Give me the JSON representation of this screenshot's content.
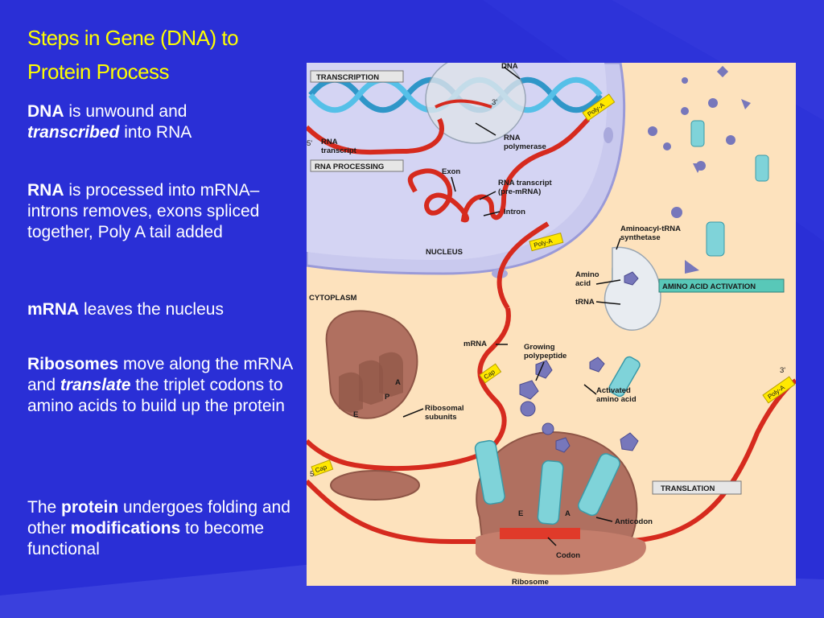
{
  "title": {
    "line1": "Steps in Gene (DNA) to",
    "line2": "Protein Process"
  },
  "bullets": {
    "b1": {
      "bold": "DNA",
      "text1": " is unwound and",
      "italic": "transcribed",
      "text2": " into RNA"
    },
    "b2": {
      "bold": "RNA",
      "text1": " is processed into mRNA– introns removes, exons spliced together, Poly A tail added"
    },
    "b3": {
      "bold": "mRNA",
      "text1": " leaves the nucleus"
    },
    "b4": {
      "bold": "Ribosomes",
      "text1": " move along the mRNA and ",
      "italic": "translate",
      "text2": " the triplet codons to amino acids  to build up the protein"
    },
    "b5": {
      "pre": "The ",
      "bold": "protein",
      "text1": " undergoes folding and other ",
      "bold2": "modifications",
      "text2": " to become functional"
    }
  },
  "figure": {
    "boxes": {
      "transcription": "TRANSCRIPTION",
      "rna_processing": "RNA PROCESSING",
      "amino_acid_activation": "AMINO ACID ACTIVATION",
      "translation": "TRANSLATION"
    },
    "labels": {
      "dna": "DNA",
      "three_prime_top": "3'",
      "five_prime_top": "5'",
      "rna_transcript_1": "RNA",
      "rna_transcript_2": "transcript",
      "rna_polymerase_1": "RNA",
      "rna_polymerase_2": "polymerase",
      "exon": "Exon",
      "pre_mrna_1": "RNA transcript",
      "pre_mrna_2": "(pre-mRNA)",
      "intron": "Intron",
      "nucleus": "NUCLEUS",
      "cytoplasm": "CYTOPLASM",
      "synthetase_1": "Aminoacyl-tRNA",
      "synthetase_2": "synthetase",
      "amino_acid_1": "Amino",
      "amino_acid_2": "acid",
      "trna": "tRNA",
      "mrna": "mRNA",
      "growing_1": "Growing",
      "growing_2": "polypeptide",
      "activated_1": "Activated",
      "activated_2": "amino acid",
      "ribosomal_1": "Ribosomal",
      "ribosomal_2": "subunits",
      "three_prime_right": "3'",
      "five_prime_left": "5'",
      "anticodon": "Anticodon",
      "codon": "Codon",
      "ribosome": "Ribosome",
      "site_e": "E",
      "site_p": "P",
      "site_a": "A",
      "ribo_e": "E",
      "ribo_a": "A"
    },
    "tags": {
      "poly_a_1": "Poly-A",
      "poly_a_2": "Poly-A",
      "poly_a_3": "Poly-A",
      "cap_1": "Cap",
      "cap_2": "Cap"
    },
    "colors": {
      "background": "#fde2bd",
      "nucleus": "#c8c8ef",
      "rna": "#d62a1e",
      "dna": "#37a8d8",
      "trna": "#7fd3d9",
      "ribosome": "#b07060",
      "amino_acid": "#7777bb",
      "tag_yellow": "#ffe800"
    }
  }
}
